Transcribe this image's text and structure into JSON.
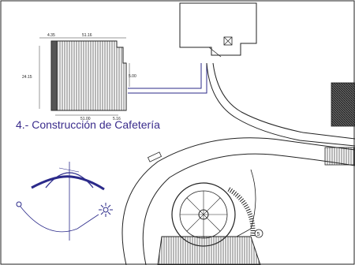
{
  "caption": "4.- Construcción de Cafetería",
  "dimensions": {
    "top_left": "4.35",
    "top_main": "51.16",
    "left_height": "24.15",
    "right_side": "5.00",
    "bottom_main": "51.00",
    "bottom_right": "5.16"
  },
  "marker": "5",
  "colors": {
    "caption": "#3a2c8c",
    "line": "#222222",
    "accent_blue": "#2b2a8a"
  }
}
